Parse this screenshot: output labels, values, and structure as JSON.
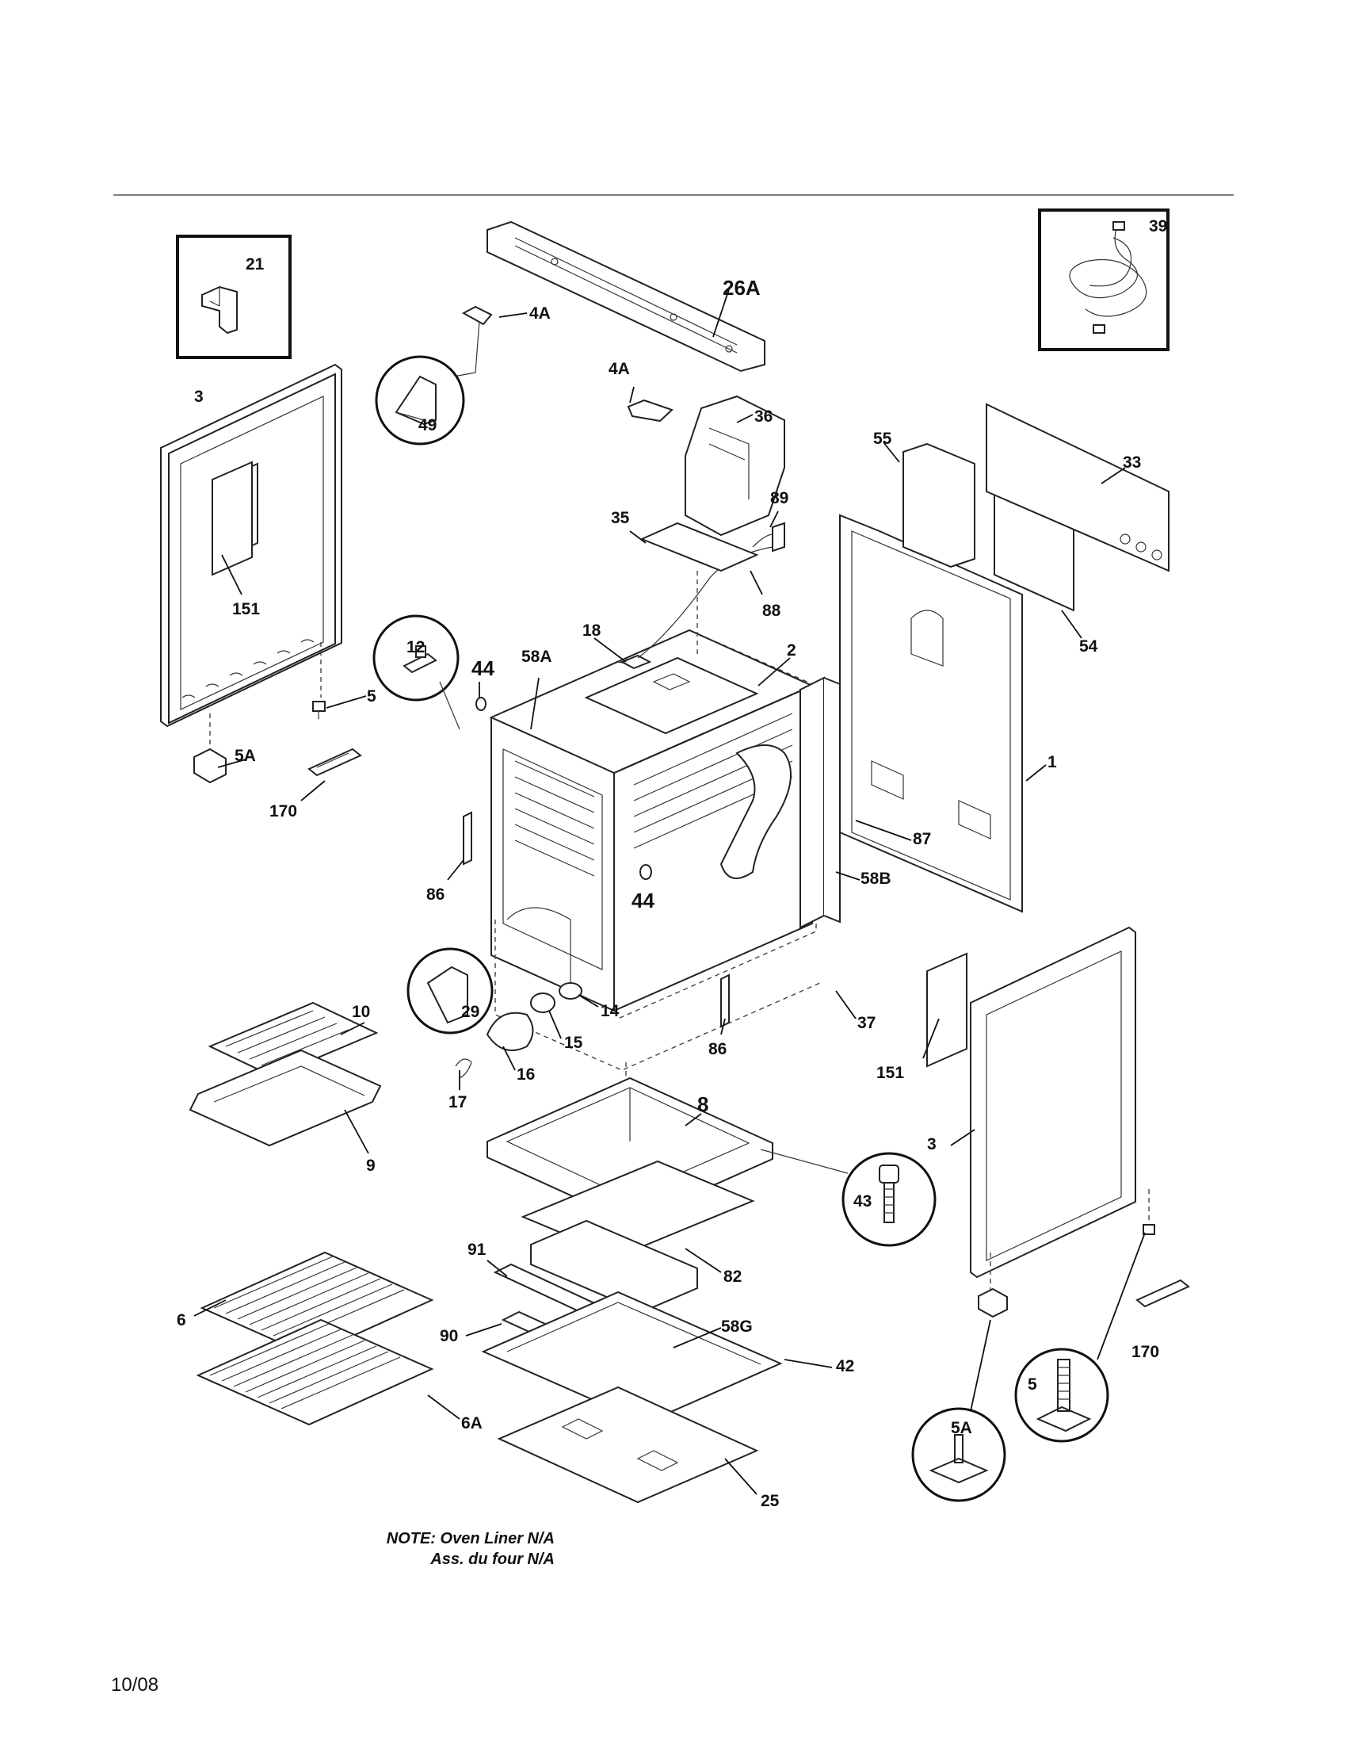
{
  "note": {
    "line1": "NOTE: Oven Liner N/A",
    "line2": "Ass. du four N/A"
  },
  "date_code": "10/08",
  "labels": {
    "p21": "21",
    "p39": "39",
    "p26A": "26A",
    "p4A_top": "4A",
    "p4A_mid": "4A",
    "p49": "49",
    "p3_left": "3",
    "p36": "36",
    "p55": "55",
    "p33": "33",
    "p35": "35",
    "p89": "89",
    "p88": "88",
    "p151_left": "151",
    "p12": "12",
    "p44_top": "44",
    "p58A": "58A",
    "p18": "18",
    "p2": "2",
    "p54": "54",
    "p5_left": "5",
    "p5A_left": "5A",
    "p170_left": "170",
    "p1": "1",
    "p87": "87",
    "p86_left": "86",
    "p58B": "58B",
    "p44_mid": "44",
    "p29": "29",
    "p14": "14",
    "p10": "10",
    "p15": "15",
    "p16": "16",
    "p86_right": "86",
    "p37": "37",
    "p151_right": "151",
    "p17": "17",
    "p8": "8",
    "p9": "9",
    "p3_right": "3",
    "p43": "43",
    "p91": "91",
    "p82": "82",
    "p6": "6",
    "p58G": "58G",
    "p90": "90",
    "p42": "42",
    "p170_right": "170",
    "p5_right": "5",
    "p5A_right": "5A",
    "p6A": "6A",
    "p25": "25"
  }
}
